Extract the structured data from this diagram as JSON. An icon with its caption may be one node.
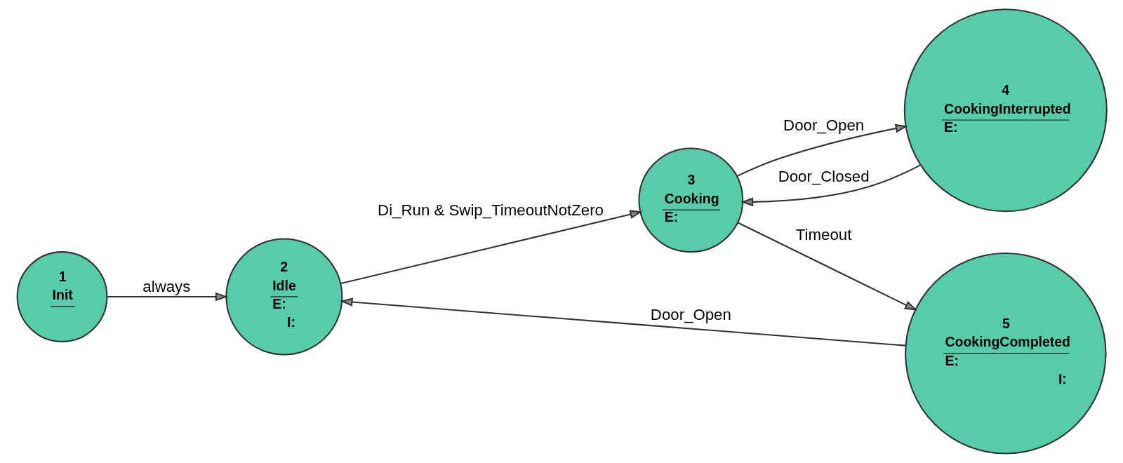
{
  "diagram": {
    "nodes": [
      {
        "text": [
          "1",
          "Init"
        ]
      },
      {
        "text": [
          "2",
          "Idle",
          "E:",
          "I:"
        ]
      },
      {
        "text": [
          "3",
          "Cooking",
          "E:"
        ]
      },
      {
        "text": [
          "4",
          "CookingInterrupted",
          "E:"
        ]
      },
      {
        "text": [
          "5",
          "CookingCompleted",
          "E:",
          "I:"
        ]
      }
    ],
    "edges": [
      {
        "from": 0,
        "to": 1,
        "arrow": "to",
        "label": "always"
      },
      {
        "from": 1,
        "to": 2,
        "arrow": "to",
        "label": "Di_Run & Swip_TimeoutNotZero"
      },
      {
        "from": 2,
        "to": 3,
        "arrow": "to",
        "label": "Door_Open"
      },
      {
        "from": 3,
        "to": 2,
        "arrow": "to",
        "label": "Door_Closed"
      },
      {
        "from": 2,
        "to": 4,
        "arrow": "to",
        "label": "Timeout"
      },
      {
        "from": 4,
        "to": 1,
        "arrow": "to",
        "label": "Door_Open"
      }
    ]
  }
}
